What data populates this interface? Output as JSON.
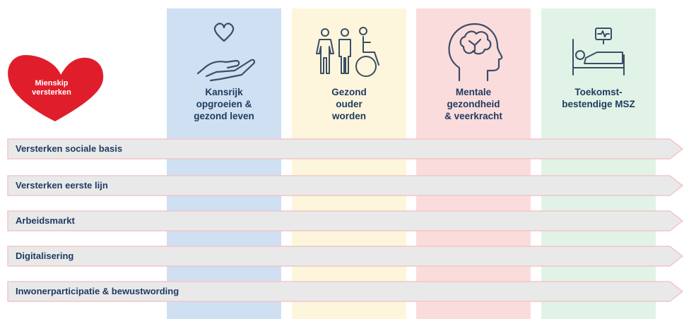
{
  "colors": {
    "navy": "#1e3a5f",
    "logo_red": "#e01e2b",
    "arrow_fill": "#e9e9ea",
    "arrow_stroke": "#f3c6c6"
  },
  "logo": {
    "line1": "Mienskip",
    "line2": "versterken",
    "icon": "heart-shape"
  },
  "columns": [
    {
      "lines": [
        "Kansrijk",
        "opgroeien &",
        "gezond leven"
      ],
      "color": "#cfe0f3",
      "icon": "heart-in-hand-icon"
    },
    {
      "lines": [
        "Gezond",
        "ouder",
        "worden"
      ],
      "color": "#fdf6dc",
      "icon": "people-wheelchair-icon"
    },
    {
      "lines": [
        "Mentale",
        "gezondheid",
        "& veerkracht"
      ],
      "color": "#fbdcdc",
      "icon": "brain-head-icon"
    },
    {
      "lines": [
        "Toekomst-",
        "bestendige MSZ"
      ],
      "color": "#e1f3e6",
      "icon": "hospital-bed-icon"
    }
  ],
  "rows": [
    {
      "label": "Versterken sociale basis"
    },
    {
      "label": "Versterken eerste lijn"
    },
    {
      "label": "Arbeidsmarkt"
    },
    {
      "label": "Digitalisering"
    },
    {
      "label": "Inwonerparticipatie & bewustwording"
    }
  ]
}
